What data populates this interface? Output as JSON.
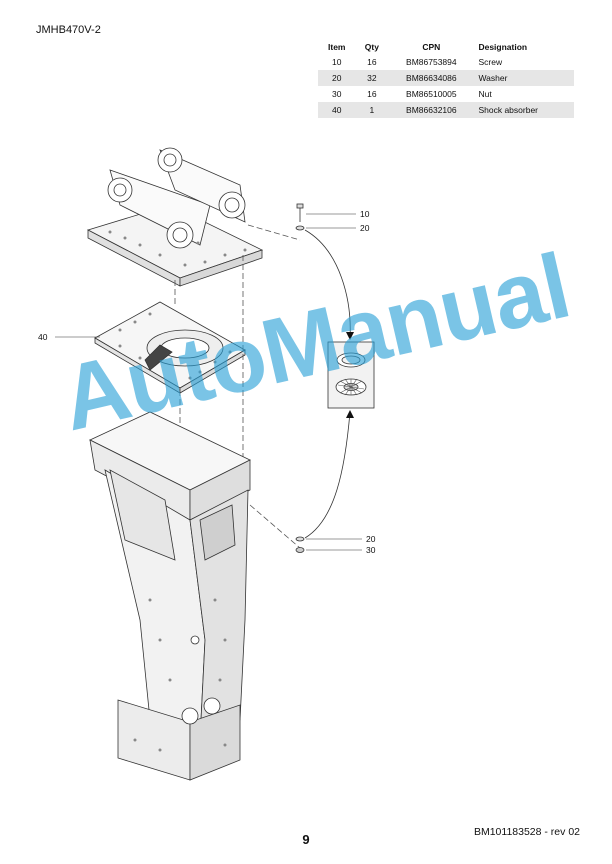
{
  "header": {
    "doc_code": "JMHB470V-2"
  },
  "parts_table": {
    "headers": [
      "Item",
      "Qty",
      "CPN",
      "Designation"
    ],
    "rows": [
      [
        "10",
        "16",
        "BM86753894",
        "Screw"
      ],
      [
        "20",
        "32",
        "BM86634086",
        "Washer"
      ],
      [
        "30",
        "16",
        "BM86510005",
        "Nut"
      ],
      [
        "40",
        "1",
        "BM86632106",
        "Shock absorber"
      ]
    ]
  },
  "callouts": {
    "c10": "10",
    "c20_top": "20",
    "c40": "40",
    "c20_bottom": "20",
    "c30": "30"
  },
  "watermark": "AutoManual",
  "footer": {
    "page_number": "9",
    "doc_ref": "BM101183528 - rev 02"
  }
}
